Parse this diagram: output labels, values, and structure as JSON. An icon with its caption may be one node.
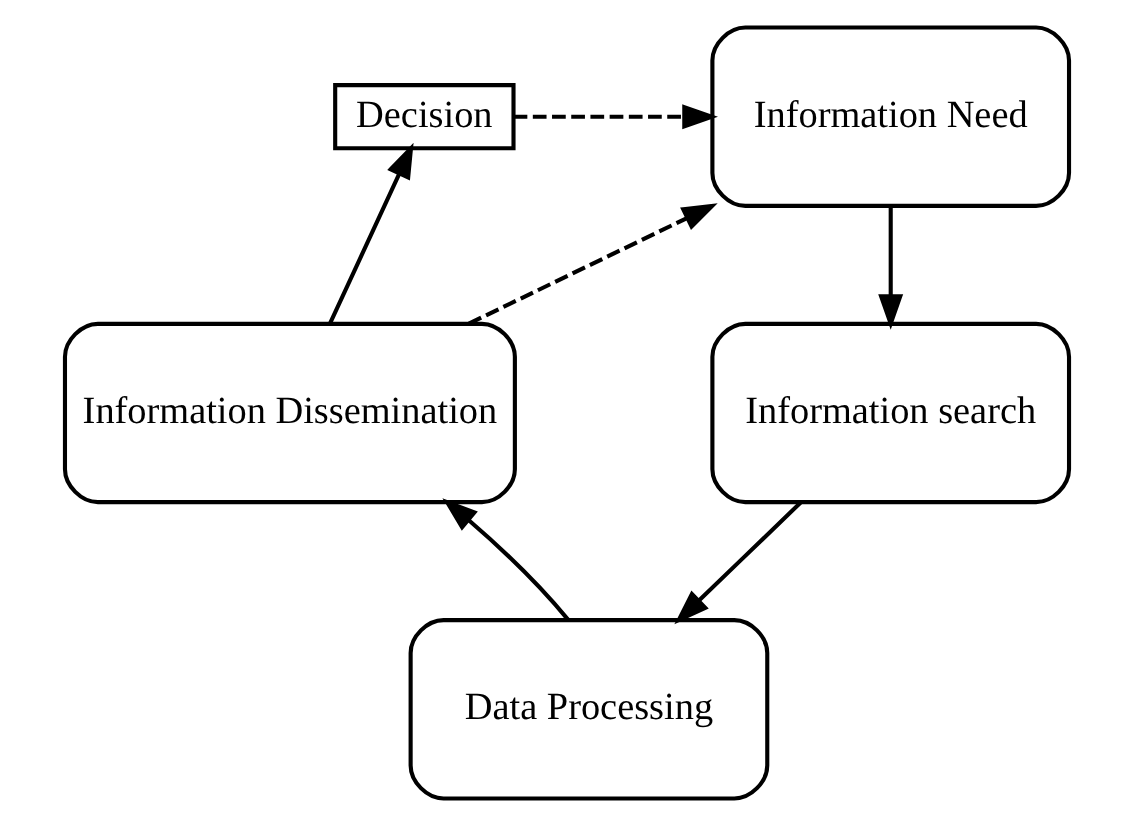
{
  "diagram": {
    "nodes": [
      {
        "text": [
          "Decision"
        ]
      },
      {
        "text": [
          "Information Need"
        ]
      },
      {
        "text": [
          "Information search"
        ]
      },
      {
        "text": [
          "Data Processing"
        ]
      },
      {
        "text": [
          "Information Dissemination"
        ]
      }
    ],
    "edges": [
      {
        "from": 1,
        "to": 2,
        "arrow": "to"
      },
      {
        "from": 2,
        "to": 3,
        "arrow": "to"
      },
      {
        "from": 3,
        "to": 4,
        "arrow": "to"
      },
      {
        "from": 4,
        "to": 0,
        "arrow": "to"
      },
      {
        "from": 0,
        "to": 1,
        "arrow": "to",
        "style": "dashed"
      },
      {
        "from": 4,
        "to": 1,
        "arrow": "to",
        "style": "dashed"
      }
    ]
  }
}
